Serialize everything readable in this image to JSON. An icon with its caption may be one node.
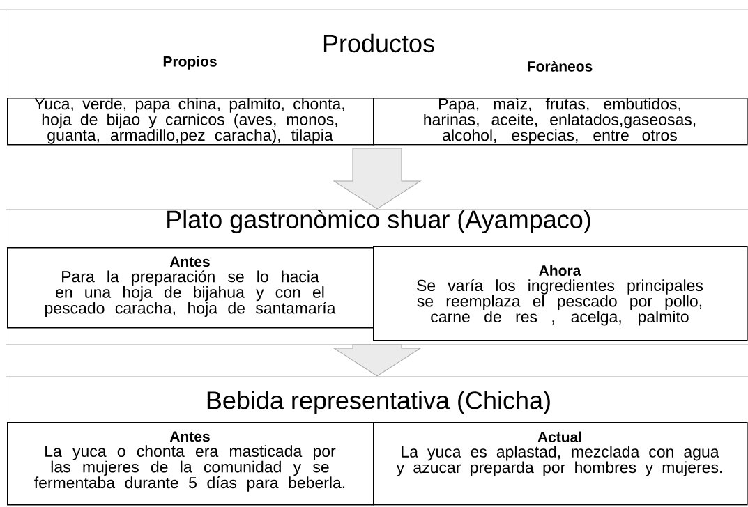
{
  "diagram": {
    "nodes": [
      {
        "text": [
          "Productos"
        ]
      },
      {
        "text": [
          "Propios",
          "Yuca, verde, papa china, palmito, chonta, hoja de bijao y carnicos (aves, monos, guanta, armadillo,pez caracha), tilapia"
        ],
        "in": 0
      },
      {
        "text": [
          "Foràneos",
          "Papa, maìz, frutas, embutidos, harinas, aceite, enlatados,gaseosas, alcohol, especias, entre otros"
        ],
        "in": 0
      },
      {
        "text": [
          "Plato gastronòmico shuar (Ayampaco)"
        ]
      },
      {
        "text": [
          "Antes",
          "Para la preparación se lo hacia en una hoja de bijahua y con el pescado caracha, hoja de santamaría"
        ],
        "in": 3
      },
      {
        "text": [
          "Ahora",
          "Se varía los ingredientes principales se reemplaza el pescado por pollo, carne de res , acelga, palmito"
        ],
        "in": 3
      },
      {
        "text": [
          "Bebida representativa (Chicha)"
        ]
      },
      {
        "text": [
          "Antes",
          "La yuca o chonta era masticada por las mujeres de la comunidad y se fermentaba durante 5 días para beberla."
        ],
        "in": 6
      },
      {
        "text": [
          "Actual",
          "La yuca es aplastad, mezclada con agua y azucar preparda por hombres y mujeres."
        ],
        "in": 6
      }
    ],
    "edges": [
      {
        "from": 0,
        "to": 3,
        "arrow": "to"
      },
      {
        "from": 3,
        "to": 6,
        "arrow": "to"
      }
    ]
  }
}
